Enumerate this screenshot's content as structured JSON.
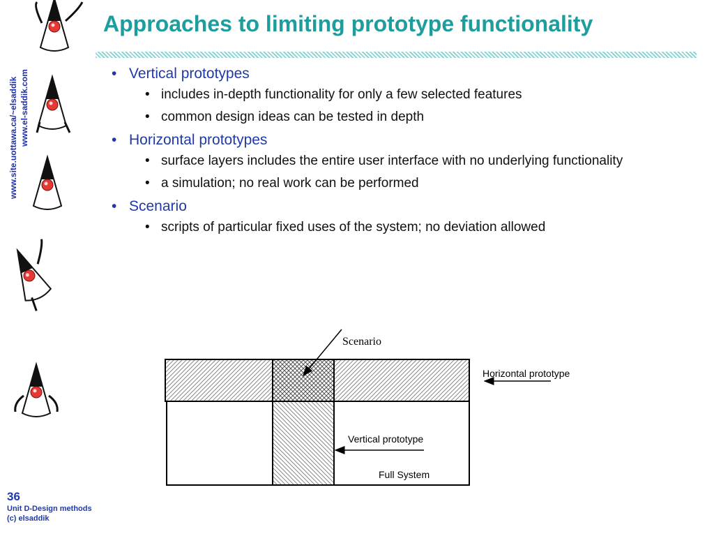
{
  "slide": {
    "title": "Approaches to limiting prototype functionality",
    "side_urls": [
      "www.site.uottawa.ca/~elsaddik",
      "www.el-saddik.com"
    ],
    "sections": [
      {
        "heading": "Vertical prototypes",
        "items": [
          "includes in-depth functionality for only a few selected features",
          "common design ideas can be tested in depth"
        ]
      },
      {
        "heading": "Horizontal prototypes",
        "items": [
          "surface layers includes the entire user interface with no underlying functionality",
          "a simulation; no real work can be performed"
        ]
      },
      {
        "heading": "Scenario",
        "items": [
          "scripts of particular fixed uses of the system; no deviation allowed"
        ]
      }
    ],
    "footer": {
      "page_number": "36",
      "unit": "Unit D-Design methods",
      "copyright": "(c) elsaddik"
    }
  },
  "diagram": {
    "scenario_label": "Scenario",
    "horizontal_label": "Horizontal prototype",
    "vertical_label": "Vertical prototype",
    "full_system_label": "Full System"
  },
  "colors": {
    "title": "#1f9d9d",
    "heading": "#1f3aa8",
    "body_text": "#111111"
  }
}
